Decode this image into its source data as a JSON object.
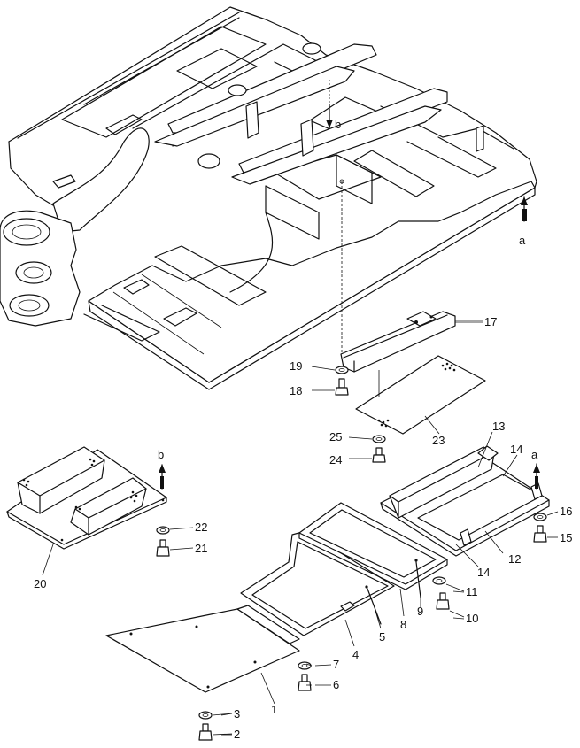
{
  "diagram": {
    "callouts": [
      {
        "id": "c1",
        "text": "1"
      },
      {
        "id": "c2",
        "text": "2"
      },
      {
        "id": "c3",
        "text": "3"
      },
      {
        "id": "c4",
        "text": "4"
      },
      {
        "id": "c5",
        "text": "5"
      },
      {
        "id": "c6",
        "text": "6"
      },
      {
        "id": "c7",
        "text": "7"
      },
      {
        "id": "c8",
        "text": "8"
      },
      {
        "id": "c9",
        "text": "9"
      },
      {
        "id": "c10",
        "text": "10"
      },
      {
        "id": "c11",
        "text": "11"
      },
      {
        "id": "c12",
        "text": "12"
      },
      {
        "id": "c13",
        "text": "13"
      },
      {
        "id": "c14a",
        "text": "14"
      },
      {
        "id": "c14b",
        "text": "14"
      },
      {
        "id": "c15",
        "text": "15"
      },
      {
        "id": "c16",
        "text": "16"
      },
      {
        "id": "c17",
        "text": "17"
      },
      {
        "id": "c18",
        "text": "18"
      },
      {
        "id": "c19",
        "text": "19"
      },
      {
        "id": "c20",
        "text": "20"
      },
      {
        "id": "c21",
        "text": "21"
      },
      {
        "id": "c22",
        "text": "22"
      },
      {
        "id": "c23",
        "text": "23"
      },
      {
        "id": "c24",
        "text": "24"
      },
      {
        "id": "c25",
        "text": "25"
      }
    ],
    "refs": {
      "a_top": "a",
      "a_bottom": "a",
      "b_top": "b",
      "b_bottom": "b"
    }
  }
}
